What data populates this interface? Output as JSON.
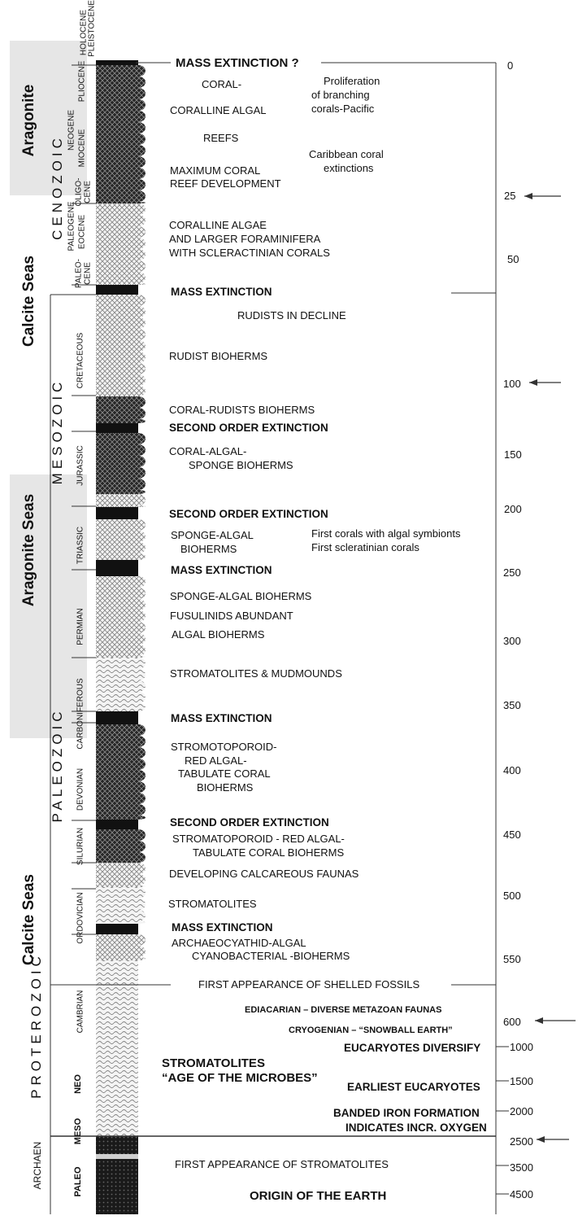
{
  "seas": {
    "aragonite_top": "Aragonite",
    "calcite_upper": "Calcite Seas",
    "aragonite_mid": "Aragonite Seas",
    "calcite_lower": "Calcite Seas"
  },
  "eras": {
    "cenozoic": "CENOZOIC",
    "mesozoic": "MESOZOIC",
    "paleozoic": "PALEOZOIC",
    "proterozoic": "PROTEROZOIC",
    "archaen": "ARCHAEN"
  },
  "periods": {
    "holocene": "HOLOCENE",
    "pleistocene": "PLEISTOCENE",
    "pliocene": "PLIOCENE",
    "neogene": "NEOGENE",
    "miocene": "MIOCENE",
    "oligocene_a": "OLIGO-",
    "oligocene_b": "CENE",
    "paleogene": "PALEOGENE",
    "eocene": "EOCENE",
    "paleocene_a": "PALEO-",
    "paleocene_b": "CENE",
    "cretaceous": "CRETACEOUS",
    "jurassic": "JURASSIC",
    "triassic": "TRIASSIC",
    "permian": "PERMIAN",
    "carboniferous": "CARBONIFEROUS",
    "devonian": "DEVONIAN",
    "silurian": "SILURIAN",
    "ordovician": "ORDOVICIAN",
    "cambrian": "CAMBRIAN",
    "neo": "NEO",
    "meso": "MESO",
    "paleo": "PALEO"
  },
  "events": {
    "mass_ext_q": "MASS EXTINCTION ?",
    "coral": "CORAL-",
    "coralline_algal": "CORALLINE ALGAL",
    "reefs": "REEFS",
    "max_coral_1": "MAXIMUM CORAL",
    "max_coral_2": "REEF DEVELOPMENT",
    "prolif_1": "Proliferation",
    "prolif_2": "of branching",
    "prolif_3": "corals-Pacific",
    "carib_1": "Caribbean coral",
    "carib_2": "extinctions",
    "coralline_algae_1": "CORALLINE ALGAE",
    "coralline_algae_2": "AND LARGER FORAMINIFERA",
    "coralline_algae_3": "WITH SCLERACTINIAN CORALS",
    "mass_ext_1": "MASS EXTINCTION",
    "rudists_decline": "RUDISTS IN DECLINE",
    "rudist_bioherms": "RUDIST BIOHERMS",
    "coral_rudists": "CORAL-RUDISTS BIOHERMS",
    "second_order_1": "SECOND ORDER EXTINCTION",
    "coral_algal_1": "CORAL-ALGAL-",
    "coral_algal_2": "SPONGE BIOHERMS",
    "second_order_2": "SECOND ORDER EXTINCTION",
    "sponge_algal_1": "SPONGE-ALGAL",
    "sponge_algal_2": "BIOHERMS",
    "first_corals_1": "First corals with algal symbionts",
    "first_corals_2": "First scleratinian corals",
    "mass_ext_2": "MASS EXTINCTION",
    "sponge_algal_bioherms": "SPONGE-ALGAL BIOHERMS",
    "fusulinids": "FUSULINIDS ABUNDANT",
    "algal_bioherms": "ALGAL BIOHERMS",
    "stromatolites_mud": "STROMATOLITES & MUDMOUNDS",
    "mass_ext_3": "MASS EXTINCTION",
    "stromo_1": "STROMOTOPOROID-",
    "stromo_2": "RED ALGAL-",
    "stromo_3": "TABULATE CORAL",
    "stromo_4": "BIOHERMS",
    "second_order_3": "SECOND ORDER EXTINCTION",
    "strom_red_1": "STROMATOPOROID - RED ALGAL-",
    "strom_red_2": "TABULATE CORAL BIOHERMS",
    "developing": "DEVELOPING CALCAREOUS FAUNAS",
    "stromatolites": "STROMATOLITES",
    "mass_ext_4": "MASS EXTINCTION",
    "archaeo_1": "ARCHAEOCYATHID-ALGAL",
    "archaeo_2": "CYANOBACTERIAL -BIOHERMS",
    "first_shelled": "FIRST APPEARANCE OF SHELLED FOSSILS",
    "ediacarian": "EDIACARIAN – DIVERSE METAZOAN FAUNAS",
    "cryogenian": "CRYOGENIAN – “SNOWBALL EARTH”",
    "eucaryotes_div": "EUCARYOTES DIVERSIFY",
    "strom_age_1": "STROMATOLITES",
    "strom_age_2": "“AGE OF THE MICROBES”",
    "earliest_euc": "EARLIEST EUCARYOTES",
    "banded_1": "BANDED IRON FORMATION",
    "banded_2": "INDICATES INCR. OXYGEN",
    "first_strom": "FIRST APPEARANCE OF STROMATOLITES",
    "origin": "ORIGIN OF THE EARTH"
  },
  "ages": {
    "a0": "0",
    "a25": "25",
    "a50": "50",
    "a100": "100",
    "a150": "150",
    "a200": "200",
    "a250": "250",
    "a300": "300",
    "a350": "350",
    "a400": "400",
    "a450": "450",
    "a500": "500",
    "a550": "550",
    "a600": "600",
    "a1000": "1000",
    "a1500": "1500",
    "a2000": "2000",
    "a2500": "2500",
    "a3500": "3500",
    "a4500": "4500"
  },
  "colors": {
    "band": "#e6e6e6",
    "dark_fill": "#1c1c1c",
    "line": "#333333"
  }
}
